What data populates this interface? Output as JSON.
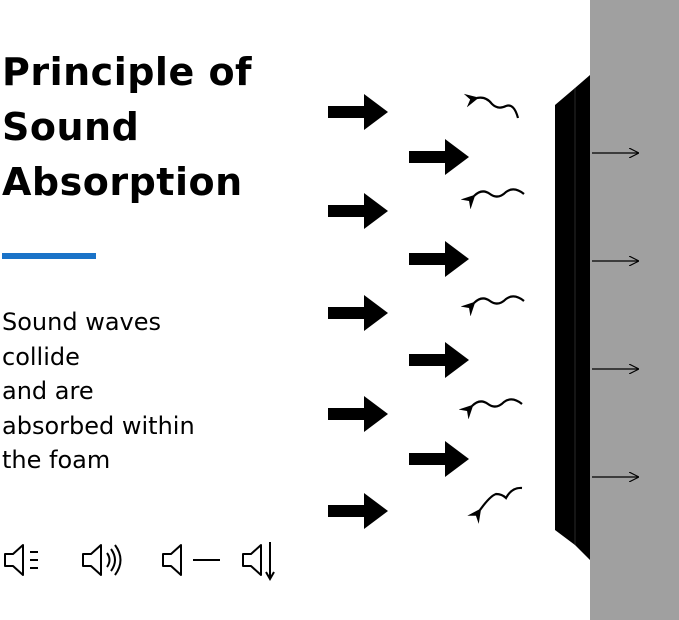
{
  "title_lines": [
    "Principle of",
    "Sound",
    "Absorption"
  ],
  "description_lines": [
    "Sound waves",
    "collide",
    "and are",
    "absorbed within",
    "the foam"
  ],
  "accent_color": "#1a73c8",
  "wall_color": "#a0a0a0",
  "foam_color": "#000000",
  "icons": [
    "speaker-muted-icon",
    "speaker-loud-icon",
    "speaker-dash-icon",
    "speaker-down-icon"
  ]
}
